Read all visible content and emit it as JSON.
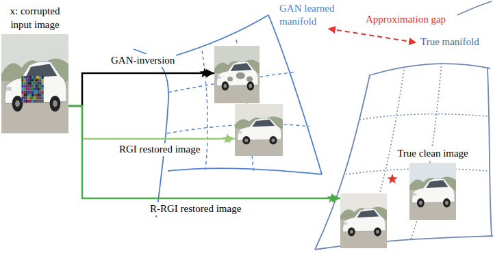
{
  "diagram": {
    "nodes": [
      {
        "text": [
          "x: corrupted input image"
        ]
      },
      {
        "text": []
      },
      {
        "text": []
      },
      {
        "text": []
      },
      {
        "text": [
          "True clean image"
        ]
      }
    ],
    "edges": [
      {
        "from": 0,
        "to": 1,
        "arrow": "to",
        "label": "GAN-inversion"
      },
      {
        "from": 0,
        "to": 2,
        "arrow": "to",
        "label": "RGI restored image"
      },
      {
        "from": 0,
        "to": 3,
        "arrow": "to",
        "label": "R-RGI restored image"
      }
    ],
    "labels": [
      "GAN learned manifold",
      "Approximation gap",
      "True manifold"
    ]
  }
}
